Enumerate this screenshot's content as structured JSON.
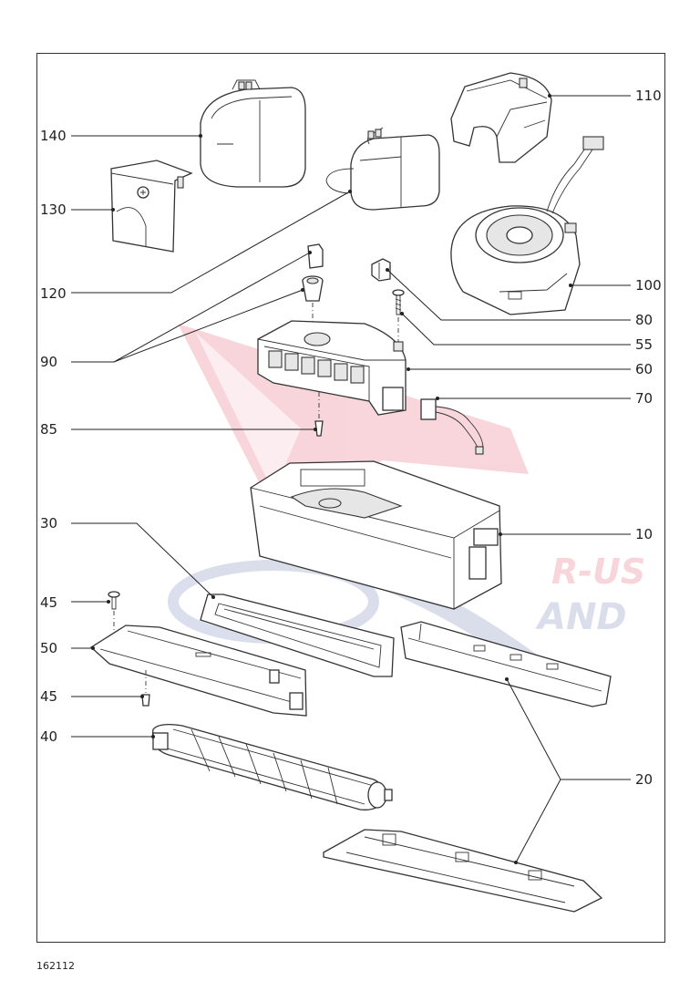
{
  "drawing_code": "162112",
  "watermark": {
    "color": "#e0435a",
    "secondary_color": "#5c6ba8",
    "words": [
      "R-US",
      "AND"
    ]
  },
  "callouts": [
    {
      "id": "140",
      "side": "left"
    },
    {
      "id": "130",
      "side": "left"
    },
    {
      "id": "120",
      "side": "left"
    },
    {
      "id": "90",
      "side": "left"
    },
    {
      "id": "85",
      "side": "left"
    },
    {
      "id": "30",
      "side": "left"
    },
    {
      "id": "45",
      "side": "left"
    },
    {
      "id": "50",
      "side": "left"
    },
    {
      "id": "45",
      "side": "left"
    },
    {
      "id": "40",
      "side": "left"
    },
    {
      "id": "110",
      "side": "right"
    },
    {
      "id": "100",
      "side": "right"
    },
    {
      "id": "80",
      "side": "right"
    },
    {
      "id": "55",
      "side": "right"
    },
    {
      "id": "60",
      "side": "right"
    },
    {
      "id": "70",
      "side": "right"
    },
    {
      "id": "10",
      "side": "right"
    },
    {
      "id": "20",
      "side": "right"
    }
  ]
}
